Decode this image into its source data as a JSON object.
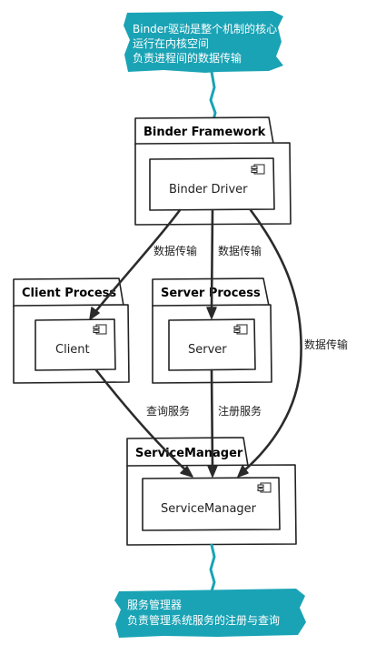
{
  "notes": {
    "top": {
      "lines": [
        "Binder驱动是整个机制的核心",
        "运行在内核空间",
        "负责进程间的数据传输"
      ]
    },
    "bottom": {
      "lines": [
        "服务管理器",
        "负责管理系统服务的注册与查询"
      ]
    }
  },
  "packages": {
    "binder_framework": {
      "title": "Binder Framework",
      "component": "Binder Driver"
    },
    "client_process": {
      "title": "Client Process",
      "component": "Client"
    },
    "server_process": {
      "title": "Server Process",
      "component": "Server"
    },
    "service_manager": {
      "title": "ServiceManager",
      "component": "ServiceManager"
    }
  },
  "edges": {
    "driver_to_client": "数据传输",
    "driver_to_server": "数据传输",
    "driver_to_servicemanager": "数据传输",
    "client_to_servicemanager": "查询服务",
    "server_to_servicemanager": "注册服务"
  },
  "colors": {
    "note": "#1aa3b5",
    "line": "#2b2b2b"
  },
  "icons": {
    "component": "component-icon"
  }
}
